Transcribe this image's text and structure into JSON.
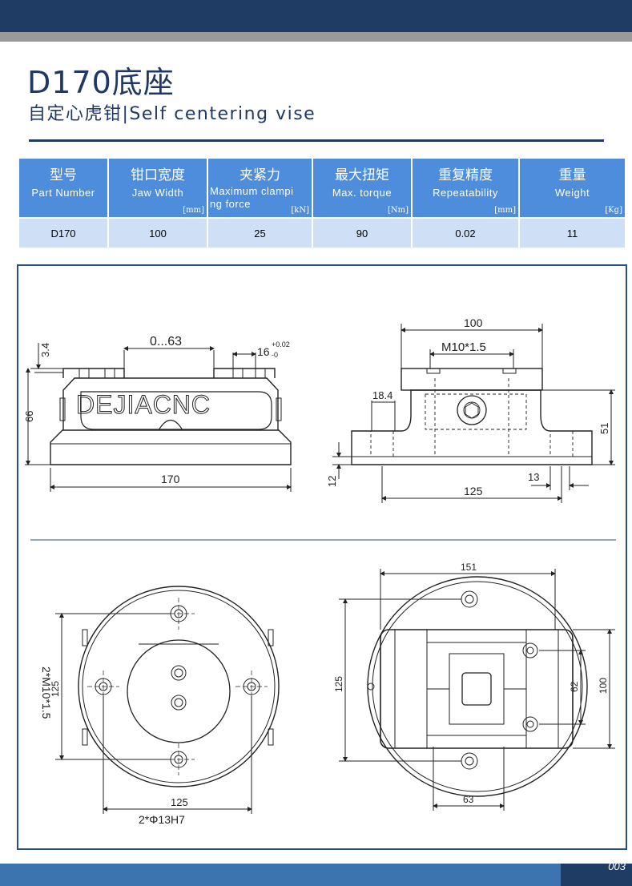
{
  "header": {
    "title": "D170底座",
    "subtitle": "自定心虎钳|Self centering vise"
  },
  "spec_table": {
    "columns": [
      {
        "cn": "型号",
        "en": "Part Number",
        "unit": ""
      },
      {
        "cn": "钳口宽度",
        "en": "Jaw Width",
        "unit": "[mm]"
      },
      {
        "cn": "夹紧力",
        "en": "Maximum clamping force",
        "en_line1": "Maximum clampi",
        "en_line2": "ng force",
        "unit": "[kN]"
      },
      {
        "cn": "最大扭矩",
        "en": "Max. torque",
        "unit": "[Nm]"
      },
      {
        "cn": "重复精度",
        "en": "Repeatability",
        "unit": "[mm]"
      },
      {
        "cn": "重量",
        "en": "Weight",
        "unit": "[Kg]"
      }
    ],
    "row": [
      "D170",
      "100",
      "25",
      "90",
      "0.02",
      "11"
    ]
  },
  "drawing": {
    "brand": "DEJIACNC",
    "front_view": {
      "jaw_range": "0...63",
      "slot_width": "16",
      "slot_tol_upper": "+0.02",
      "slot_tol_lower": "-0",
      "top_offset": "3.4",
      "height": "66",
      "length": "170"
    },
    "side_view": {
      "width": "100",
      "thread": "M10*1.5",
      "flange": "18.4",
      "height": "51",
      "base_thickness": "12",
      "hole_spacing": "125",
      "hole_offset": "13"
    },
    "bottom_view": {
      "thread_holes": "2*M10*1.5",
      "vertical_spacing": "125",
      "horizontal_spacing": "125",
      "pin_holes": "2*Φ13H7"
    },
    "top_view": {
      "overall_width": "151",
      "left_height": "125",
      "inner_height": "62",
      "right_height": "100",
      "bottom_width": "63"
    }
  },
  "footer": {
    "page_number": "003"
  },
  "colors": {
    "navy": "#1e3c64",
    "header_blue": "#4d8ddc",
    "row_blue": "#cfe0f6"
  }
}
